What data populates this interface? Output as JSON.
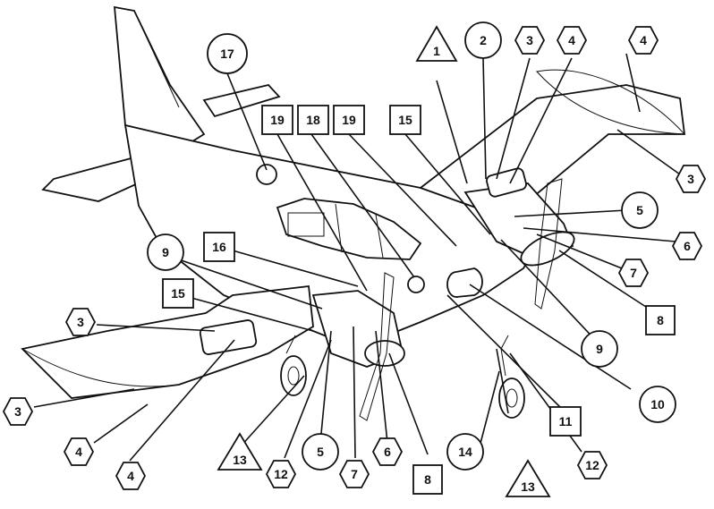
{
  "callouts": [
    {
      "id": "c1-left",
      "label": "17"
    },
    {
      "id": "c2",
      "label": "19"
    },
    {
      "id": "c3",
      "label": "18"
    },
    {
      "id": "c4",
      "label": "19"
    },
    {
      "id": "c5",
      "label": "15"
    },
    {
      "id": "c6",
      "label": "1"
    },
    {
      "id": "c7",
      "label": "2"
    },
    {
      "id": "c8",
      "label": "3"
    },
    {
      "id": "c9",
      "label": "4"
    },
    {
      "id": "c10",
      "label": "4"
    },
    {
      "id": "c11",
      "label": "3"
    },
    {
      "id": "c12",
      "label": "5"
    },
    {
      "id": "c13",
      "label": "6"
    },
    {
      "id": "c14",
      "label": "7"
    },
    {
      "id": "c15",
      "label": "8"
    },
    {
      "id": "c16",
      "label": "9"
    },
    {
      "id": "c17",
      "label": "10"
    },
    {
      "id": "c18",
      "label": "11"
    },
    {
      "id": "c19",
      "label": "12"
    },
    {
      "id": "c20",
      "label": "13"
    },
    {
      "id": "c21",
      "label": "14"
    },
    {
      "id": "c22",
      "label": "9"
    },
    {
      "id": "c23",
      "label": "16"
    },
    {
      "id": "c24",
      "label": "15"
    },
    {
      "id": "c25",
      "label": "3"
    },
    {
      "id": "c26",
      "label": "3"
    },
    {
      "id": "c27",
      "label": "4"
    },
    {
      "id": "c28",
      "label": "4"
    },
    {
      "id": "c29",
      "label": "13"
    },
    {
      "id": "c30",
      "label": "12"
    },
    {
      "id": "c31",
      "label": "5"
    },
    {
      "id": "c32",
      "label": "7"
    },
    {
      "id": "c33",
      "label": "6"
    },
    {
      "id": "c34",
      "label": "8"
    }
  ]
}
